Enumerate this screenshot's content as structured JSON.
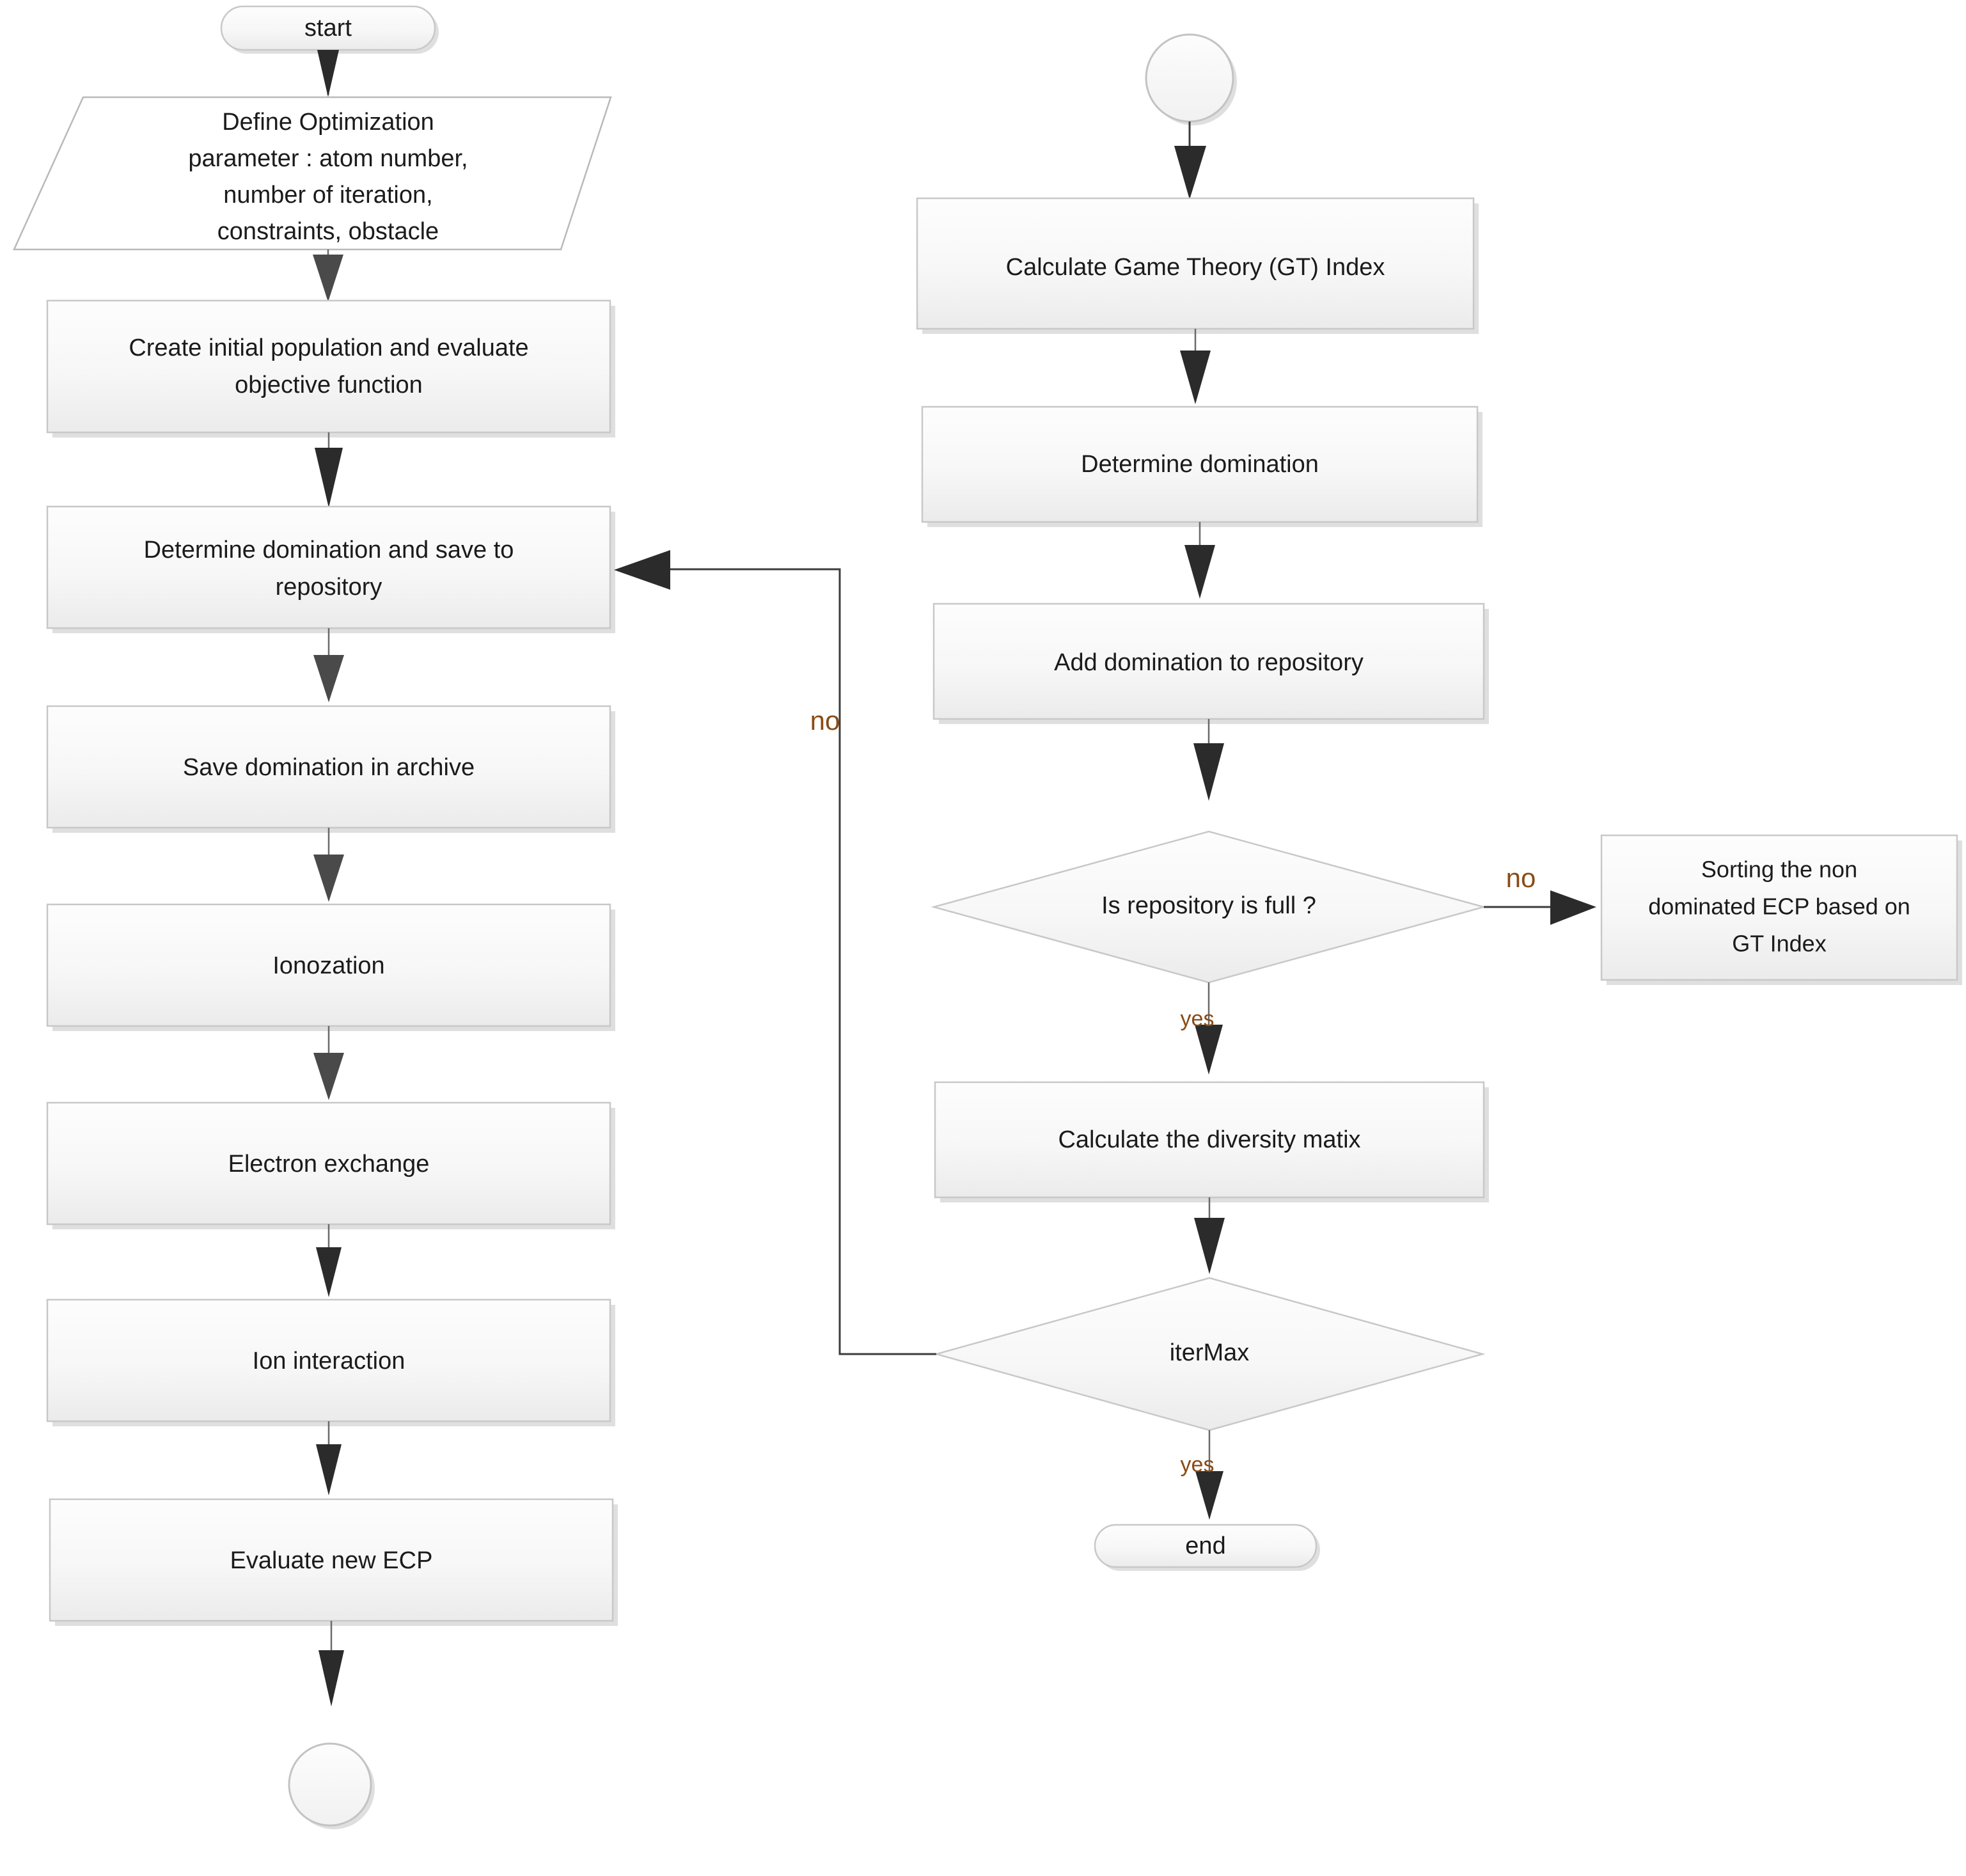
{
  "diagram": {
    "title": "Multi-objective ECP optimization flowchart",
    "background_color": "#ffffff",
    "node_fill_top": "#fcfcfc",
    "node_fill_bottom": "#efefef",
    "node_border_color": "#c8c8c8",
    "edge_color": "#3c3c3c",
    "label_text_color": "#1b1b1b",
    "edge_label_color": "#8a4b16"
  },
  "left_column": {
    "start_terminal": "start",
    "input_parallelogram": {
      "lines": [
        "Define Optimization",
        "parameter : atom number,",
        "number of iteration,",
        "constraints, obstacle"
      ]
    },
    "steps": [
      {
        "id": "create-initial-population",
        "lines": [
          "Create initial population and evaluate",
          "objective function"
        ]
      },
      {
        "id": "determine-domination-save-repository",
        "lines": [
          "Determine domination and save to",
          "repository"
        ]
      },
      {
        "id": "save-domination-archive",
        "lines": [
          "Save domination in archive"
        ]
      },
      {
        "id": "ionozation",
        "lines": [
          "Ionozation"
        ]
      },
      {
        "id": "electron-exchange",
        "lines": [
          "Electron exchange"
        ]
      },
      {
        "id": "ion-interaction",
        "lines": [
          "Ion interaction"
        ]
      },
      {
        "id": "evaluate-new-ecp",
        "lines": [
          "Evaluate new ECP"
        ]
      }
    ],
    "off_page_connector_label": ""
  },
  "right_column": {
    "on_page_connector_label": "",
    "steps": [
      {
        "id": "calculate-gt-index",
        "lines": [
          "Calculate Game Theory (GT) Index"
        ]
      },
      {
        "id": "determine-domination",
        "lines": [
          "Determine domination"
        ]
      },
      {
        "id": "add-domination-repository",
        "lines": [
          "Add domination to repository"
        ]
      }
    ],
    "decision_repository_full": {
      "id": "is-repository-full",
      "lines": [
        "Is repository is full ?"
      ]
    },
    "sorting_box": {
      "id": "sorting-non-dominated-ecp",
      "lines": [
        "Sorting the non",
        "dominated ECP based on",
        "GT Index"
      ]
    },
    "diversity_box": {
      "id": "calculate-diversity-matix",
      "lines": [
        "Calculate the diversity matix"
      ]
    },
    "decision_itermax": {
      "id": "itermax",
      "lines": [
        "iterMax"
      ]
    },
    "end_terminal": "end"
  },
  "edge_labels": {
    "repository_full_no": "no",
    "repository_full_yes": "yes",
    "itermax_no": "no",
    "itermax_yes": "yes"
  }
}
